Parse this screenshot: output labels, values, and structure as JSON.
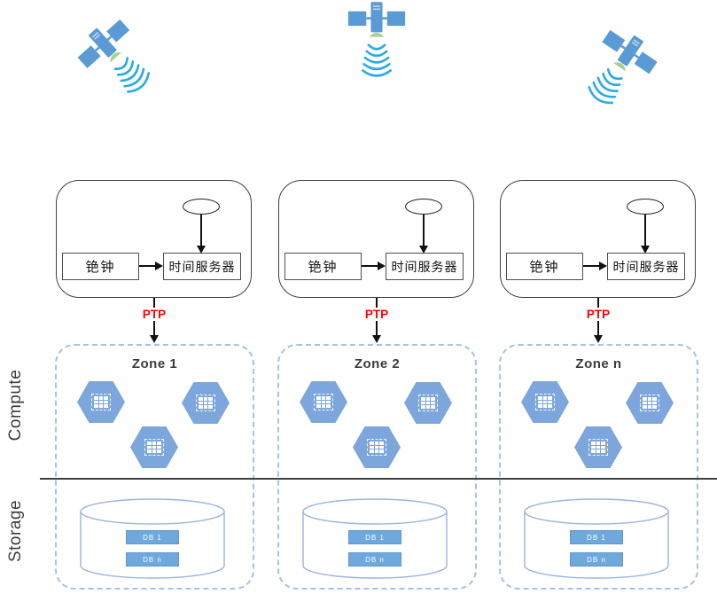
{
  "diagram": {
    "sections": {
      "compute": "Compute",
      "storage": "Storage"
    },
    "clock_group": {
      "cesium_clock": "铯钟",
      "time_server": "时间服务器"
    },
    "ptp": {
      "label": "PTP",
      "color": "#FF0000"
    },
    "zones": [
      {
        "title": "Zone 1"
      },
      {
        "title": "Zone 2"
      },
      {
        "title": "Zone n"
      }
    ],
    "storage": {
      "db_labels": [
        "DB 1",
        "DB n"
      ]
    },
    "icons": {
      "satellite": "satellite-icon",
      "signal_waves": "signal-waves-icon",
      "antenna": "antenna-ellipse-icon",
      "compute_node": "server-chip-hexagon-icon",
      "database": "database-cylinder-icon"
    },
    "colors": {
      "satellite_blue": "#5B9BD5",
      "wave_cyan": "#29ABE3",
      "dish_green": "#A9D08E",
      "hexagon_blue": "#7CA6DC",
      "zone_border": "#A6C3E0",
      "cylinder_stroke": "#9BB5D9",
      "db_fill": "#6FA8DC",
      "ptp_red": "#FF0000",
      "divider_dark": "#3F3F3F"
    }
  }
}
